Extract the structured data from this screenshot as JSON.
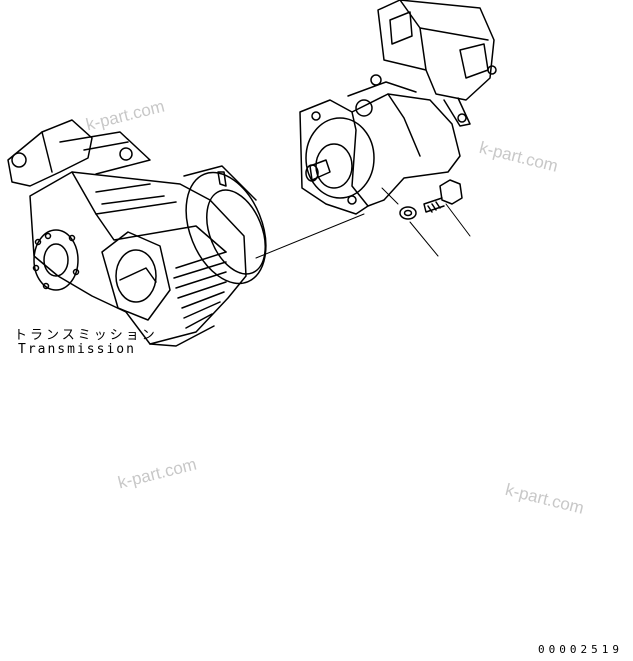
{
  "watermark": "k-part.com",
  "labels": {
    "transmission_jp": "トランスミッション",
    "transmission_en": "Transmission",
    "drawing_code": "00002519"
  },
  "colors": {
    "line": "#000000",
    "watermark": "#c8c8c8"
  },
  "parts": [
    {
      "name": "transmission",
      "icon": "transmission-housing"
    },
    {
      "name": "hydraulic-motor",
      "icon": "motor-assembly"
    },
    {
      "name": "bolt",
      "icon": "bolt"
    },
    {
      "name": "washer",
      "icon": "washer"
    }
  ]
}
